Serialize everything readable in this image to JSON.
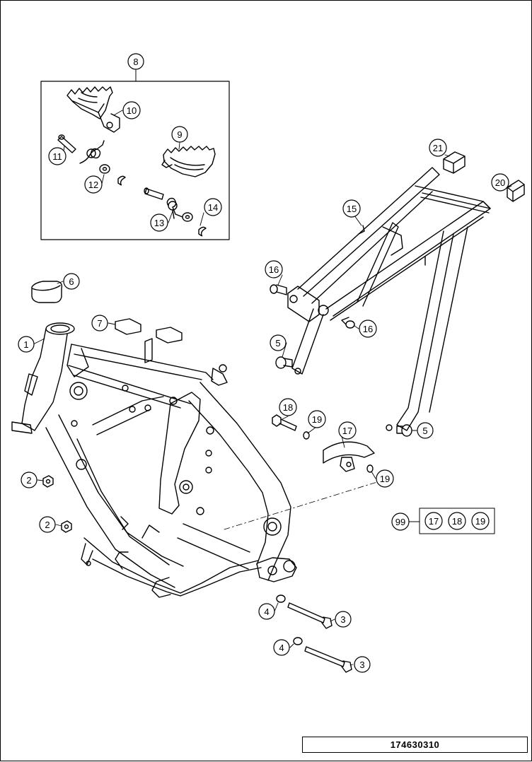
{
  "drawing_number": "174630310",
  "callouts": {
    "c1": "1",
    "c2a": "2",
    "c2b": "2",
    "c3a": "3",
    "c3b": "3",
    "c4a": "4",
    "c4b": "4",
    "c5a": "5",
    "c5b": "5",
    "c6": "6",
    "c7": "7",
    "c8": "8",
    "c9": "9",
    "c10": "10",
    "c11": "11",
    "c12": "12",
    "c13": "13",
    "c14": "14",
    "c15": "15",
    "c16a": "16",
    "c16b": "16",
    "c17": "17",
    "c18": "18",
    "c19a": "19",
    "c19b": "19",
    "c20": "20",
    "c21": "21",
    "c99": "99",
    "k17": "17",
    "k18": "18",
    "k19": "19"
  }
}
